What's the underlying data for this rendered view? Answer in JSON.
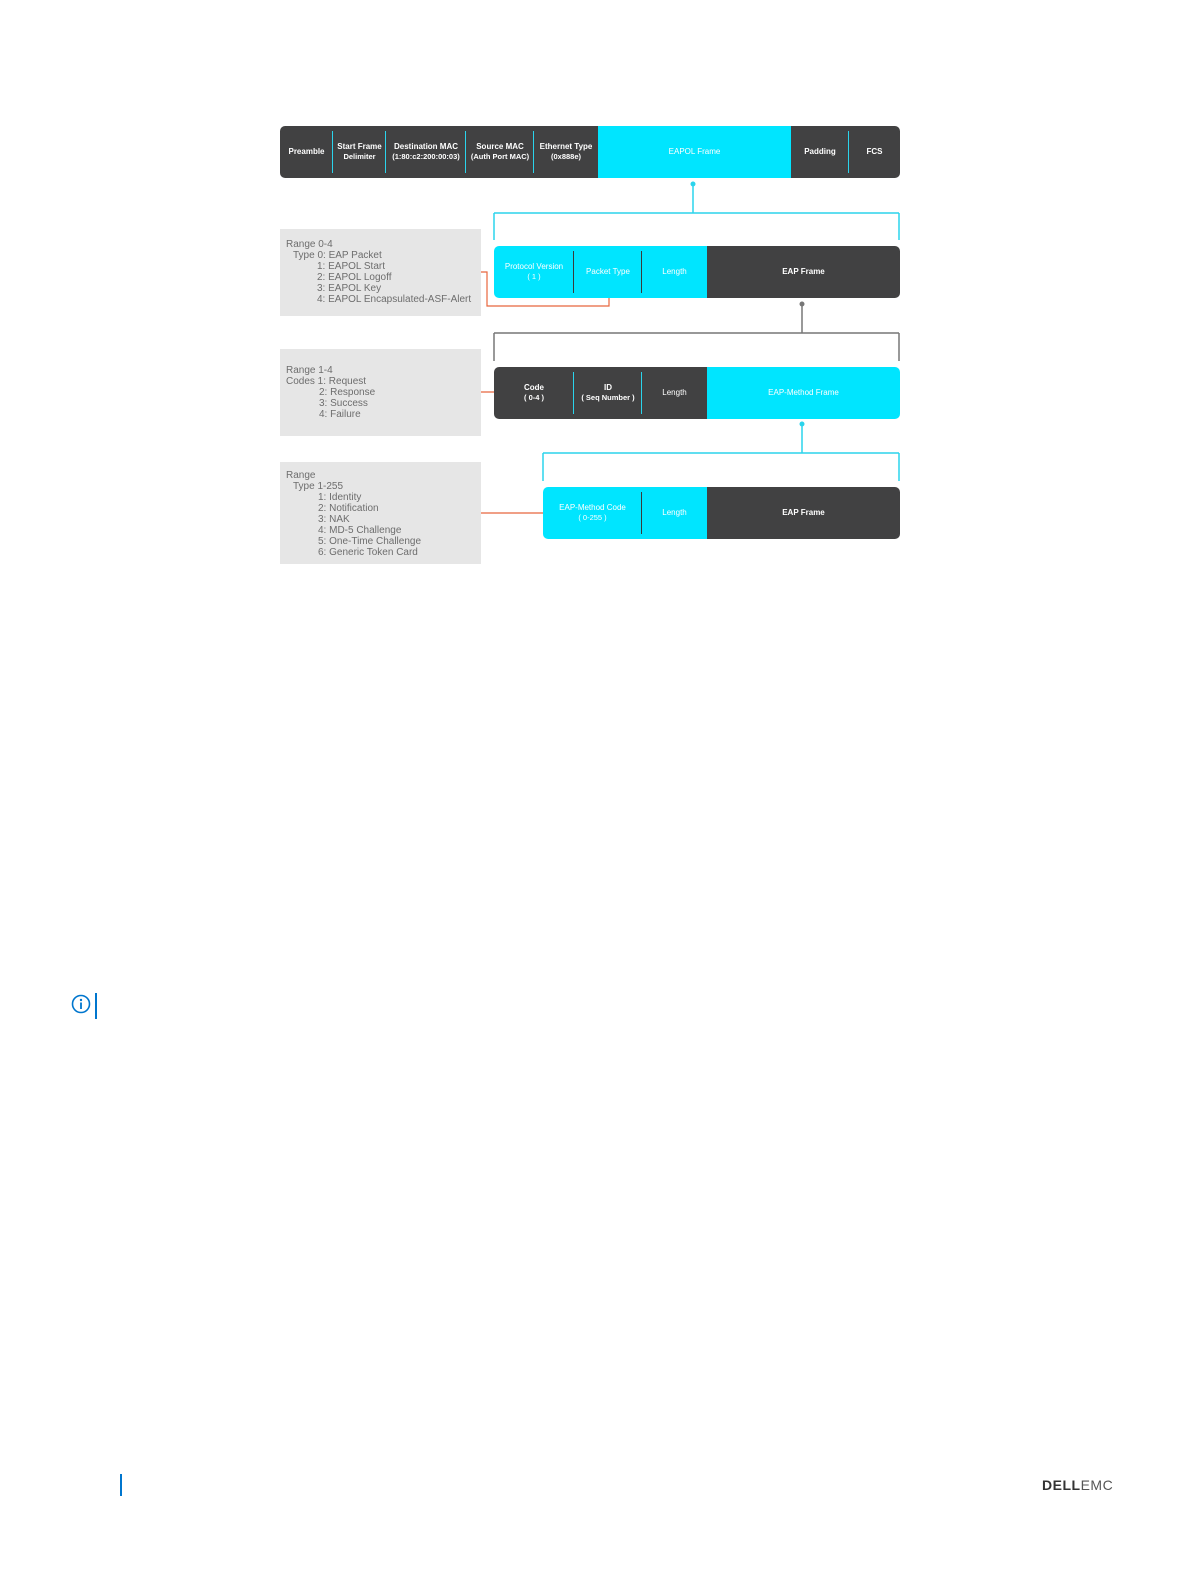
{
  "colors": {
    "dark": "#414142",
    "cyan": "#00e5ff",
    "box": "#e6e6e6",
    "connector": "#e8663d",
    "brand": "#0076ce"
  },
  "ethernet_frame": [
    {
      "line1": "Preamble",
      "line2": ""
    },
    {
      "line1": "Start Frame",
      "line2": "Delimiter"
    },
    {
      "line1": "Destination MAC",
      "line2": "(1:80:c2:200:00:03)"
    },
    {
      "line1": "Source MAC",
      "line2": "(Auth Port MAC)"
    },
    {
      "line1": "Ethernet Type",
      "line2": "(0x888e)"
    },
    {
      "line1": "EAPOL Frame",
      "line2": ""
    },
    {
      "line1": "Padding",
      "line2": ""
    },
    {
      "line1": "FCS",
      "line2": ""
    }
  ],
  "eapol_frame": [
    {
      "line1": "Protocol Version",
      "line2": "( 1 )"
    },
    {
      "line1": "Packet Type",
      "line2": ""
    },
    {
      "line1": "Length",
      "line2": ""
    },
    {
      "line1": "EAP Frame",
      "line2": ""
    }
  ],
  "eap_frame": [
    {
      "line1": "Code",
      "line2": "( 0-4 )"
    },
    {
      "line1": "ID",
      "line2": "( Seq Number )"
    },
    {
      "line1": "Length",
      "line2": ""
    },
    {
      "line1": "EAP-Method Frame",
      "line2": ""
    }
  ],
  "eap_method_frame": [
    {
      "line1": "EAP-Method Code",
      "line2": "( 0-255 )"
    },
    {
      "line1": "Length",
      "line2": ""
    },
    {
      "line1": "EAP Frame",
      "line2": ""
    }
  ],
  "packet_type_box": [
    "Range 0-4",
    "Type 0: EAP Packet",
    "1: EAPOL Start",
    "2: EAPOL Logoff",
    "3: EAPOL Key",
    "4: EAPOL Encapsulated-ASF-Alert"
  ],
  "code_box": [
    "Range 1-4",
    "Codes 1:  Request",
    "2:  Response",
    "3:  Success",
    "4:  Failure"
  ],
  "method_box": [
    "Range",
    "Type 1-255",
    "1: Identity",
    "2: Notification",
    "3: NAK",
    "4: MD-5 Challenge",
    "5: One-Time Challenge",
    "6: Generic Token Card"
  ],
  "logo": {
    "part1": "DELL",
    "part2": "EMC"
  }
}
